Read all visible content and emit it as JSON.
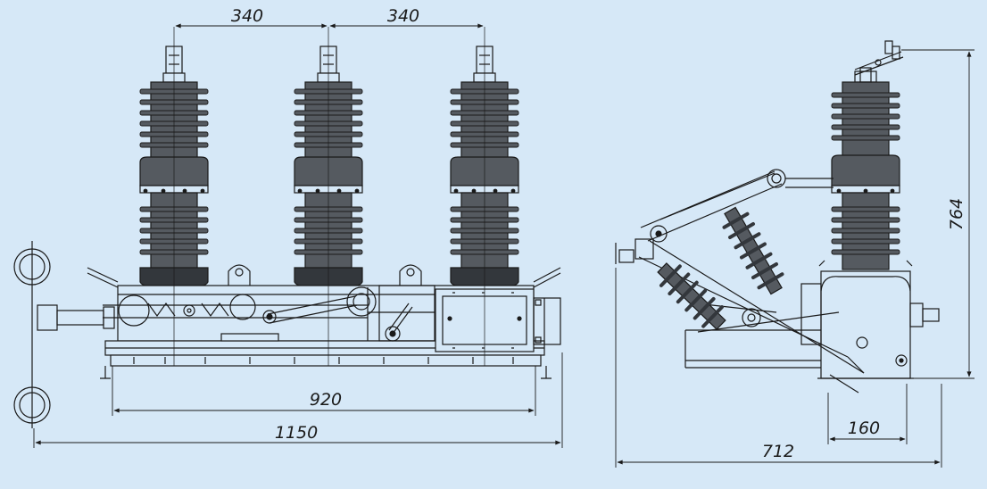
{
  "colors": {
    "background": "#d6e8f7",
    "line": "#1a1a1a",
    "insulator_fill": "#555a60",
    "insulator_dark": "#33373c",
    "metal_fill": "#d6e8f7"
  },
  "dimensions": {
    "pitch_left": "340",
    "pitch_right": "340",
    "base_span": "920",
    "overall_width": "1150",
    "side_depth": "712",
    "side_offset": "160",
    "side_height": "764"
  }
}
